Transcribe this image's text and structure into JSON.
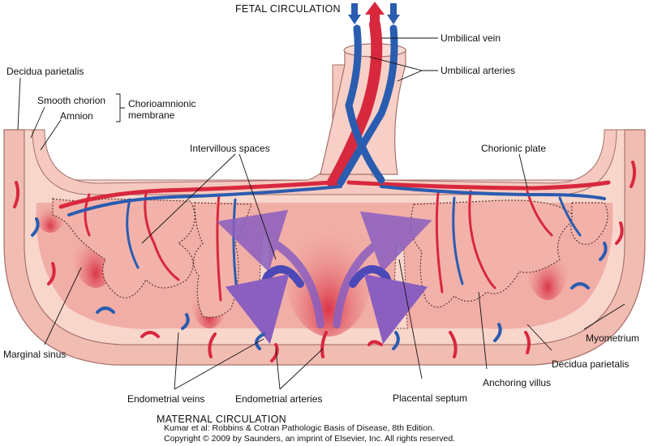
{
  "title_top": "FETAL CIRCULATION",
  "title_bottom": "MATERNAL CIRCULATION",
  "labels": {
    "umbilical_vein": "Umbilical vein",
    "umbilical_arteries": "Umbilical arteries",
    "decidua_parietalis_top": "Decidua parietalis",
    "smooth_chorion": "Smooth chorion",
    "amnion": "Amnion",
    "chorioamnionic_line1": "Chorioamnionic",
    "chorioamnionic_line2": "membrane",
    "intervillous_spaces": "Intervillous spaces",
    "chorionic_plate": "Chorionic plate",
    "marginal_sinus": "Marginal sinus",
    "myometrium": "Myometrium",
    "decidua_parietalis_bottom": "Decidua parietalis",
    "anchoring_villus": "Anchoring villus",
    "placental_septum": "Placental septum",
    "endometrial_veins": "Endometrial veins",
    "endometrial_arteries": "Endometrial arteries"
  },
  "credit": {
    "line1": "Kumar et al: Robbins & Cotran Pathologic Basis of Disease, 8th Edition.",
    "line2": "Copyright © 2009 by Saunders, an imprint of Elsevier, Inc. All rights reserved."
  },
  "colors": {
    "artery_red": "#d8283e",
    "vein_blue": "#2a5cb0",
    "myometrium": "#f1bcb2",
    "decidua": "#f8d6cc",
    "intervillous": "#efa09a",
    "cord": "#f7cfc6",
    "arrow_purple": "#8a5fc0"
  }
}
